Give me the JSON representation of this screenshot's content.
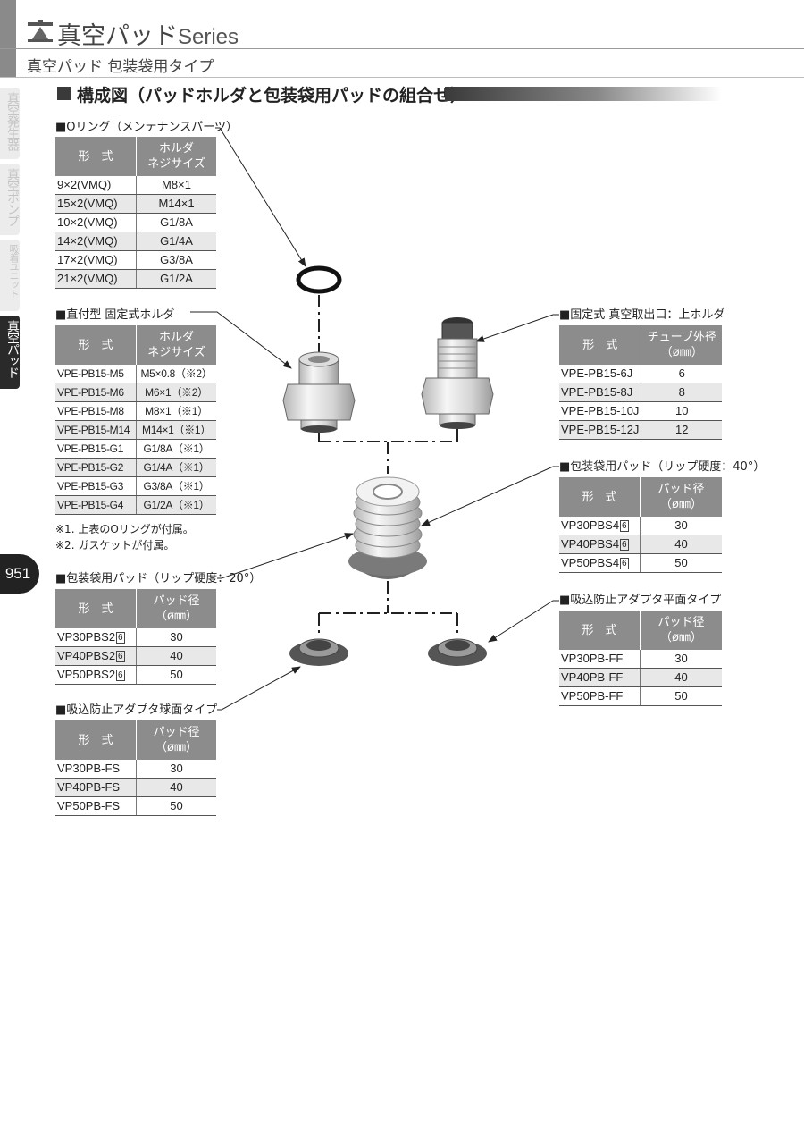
{
  "header": {
    "title_jp": "真空パッド",
    "title_en": "Series",
    "subtitle": "真空パッド 包装袋用タイプ"
  },
  "side_tabs": [
    {
      "label": "真空発生器"
    },
    {
      "label": "真空ポンプ"
    },
    {
      "label": "吸着ユニット"
    },
    {
      "label": "真空パッド"
    }
  ],
  "page_number": "951",
  "section_title": "構成図（パッドホルダと包装袋用パッドの組合せ）",
  "tables": {
    "oring": {
      "caption": "■Oリング（メンテナンスパーツ）",
      "headers": [
        "形　式",
        "ホルダ\nネジサイズ"
      ],
      "rows": [
        [
          "9×2(VMQ)",
          "M8×1"
        ],
        [
          "15×2(VMQ)",
          "M14×1"
        ],
        [
          "10×2(VMQ)",
          "G1/8A"
        ],
        [
          "14×2(VMQ)",
          "G1/4A"
        ],
        [
          "17×2(VMQ)",
          "G3/8A"
        ],
        [
          "21×2(VMQ)",
          "G1/2A"
        ]
      ]
    },
    "direct_holder": {
      "caption": "■直付型 固定式ホルダ",
      "headers": [
        "形　式",
        "ホルダ\nネジサイズ"
      ],
      "rows": [
        [
          "VPE-PB15-M5",
          "M5×0.8（※2）"
        ],
        [
          "VPE-PB15-M6",
          "M6×1（※2）"
        ],
        [
          "VPE-PB15-M8",
          "M8×1（※1）"
        ],
        [
          "VPE-PB15-M14",
          "M14×1（※1）"
        ],
        [
          "VPE-PB15-G1",
          "G1/8A（※1）"
        ],
        [
          "VPE-PB15-G2",
          "G1/4A（※1）"
        ],
        [
          "VPE-PB15-G3",
          "G3/8A（※1）"
        ],
        [
          "VPE-PB15-G4",
          "G1/2A（※1）"
        ]
      ],
      "notes": [
        "※1. 上表のOリングが付属。",
        "※2. ガスケットが付属。"
      ]
    },
    "pad20": {
      "caption": "■包装袋用パッド（リップ硬度：20°）",
      "headers": [
        "形　式",
        "パッド径\n（ø㎜）"
      ],
      "rows": [
        [
          "VP30PBS2",
          "6",
          "30"
        ],
        [
          "VP40PBS2",
          "6",
          "40"
        ],
        [
          "VP50PBS2",
          "6",
          "50"
        ]
      ]
    },
    "adapter_fs": {
      "caption": "■吸込防止アダプタ球面タイプ",
      "headers": [
        "形　式",
        "パッド径\n（ø㎜）"
      ],
      "rows": [
        [
          "VP30PB-FS",
          "30"
        ],
        [
          "VP40PB-FS",
          "40"
        ],
        [
          "VP50PB-FS",
          "50"
        ]
      ]
    },
    "upper_holder": {
      "caption": "■固定式 真空取出口：上ホルダ",
      "headers": [
        "形　式",
        "チューブ外径\n（ø㎜）"
      ],
      "rows": [
        [
          "VPE-PB15-6J",
          "6"
        ],
        [
          "VPE-PB15-8J",
          "8"
        ],
        [
          "VPE-PB15-10J",
          "10"
        ],
        [
          "VPE-PB15-12J",
          "12"
        ]
      ]
    },
    "pad40": {
      "caption": "■包装袋用パッド（リップ硬度：40°）",
      "headers": [
        "形　式",
        "パッド径\n（ø㎜）"
      ],
      "rows": [
        [
          "VP30PBS4",
          "6",
          "30"
        ],
        [
          "VP40PBS4",
          "6",
          "40"
        ],
        [
          "VP50PBS4",
          "6",
          "50"
        ]
      ]
    },
    "adapter_ff": {
      "caption": "■吸込防止アダプタ平面タイプ",
      "headers": [
        "形　式",
        "パッド径\n（ø㎜）"
      ],
      "rows": [
        [
          "VP30PB-FF",
          "30"
        ],
        [
          "VP40PB-FF",
          "40"
        ],
        [
          "VP50PB-FF",
          "50"
        ]
      ]
    }
  },
  "colors": {
    "header_gray": "#8c8c8c",
    "row_shade": "#e8e8e8",
    "dark": "#222222"
  },
  "icons": [
    "vacuum-pad-series-icon",
    "o-ring-icon",
    "holder-icon",
    "bellows-pad-icon",
    "adapter-icon"
  ]
}
